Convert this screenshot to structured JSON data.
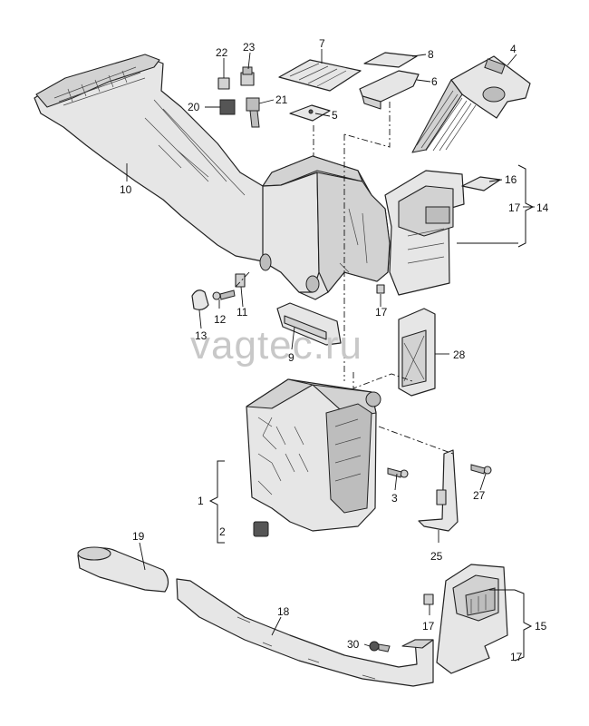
{
  "watermark": "vagtec.ru",
  "callouts": {
    "n1": "1",
    "n2": "2",
    "n3": "3",
    "n4": "4",
    "n5": "5",
    "n6": "6",
    "n7": "7",
    "n8": "8",
    "n9": "9",
    "n10": "10",
    "n11": "11",
    "n12": "12",
    "n13": "13",
    "n14": "14",
    "n15": "15",
    "n16": "16",
    "n17a": "17",
    "n17b": "17",
    "n17c": "17",
    "n17d": "17",
    "n18": "18",
    "n19": "19",
    "n20": "20",
    "n21": "21",
    "n22": "22",
    "n23": "23",
    "n25": "25",
    "n27": "27",
    "n28": "28",
    "n30": "30"
  }
}
